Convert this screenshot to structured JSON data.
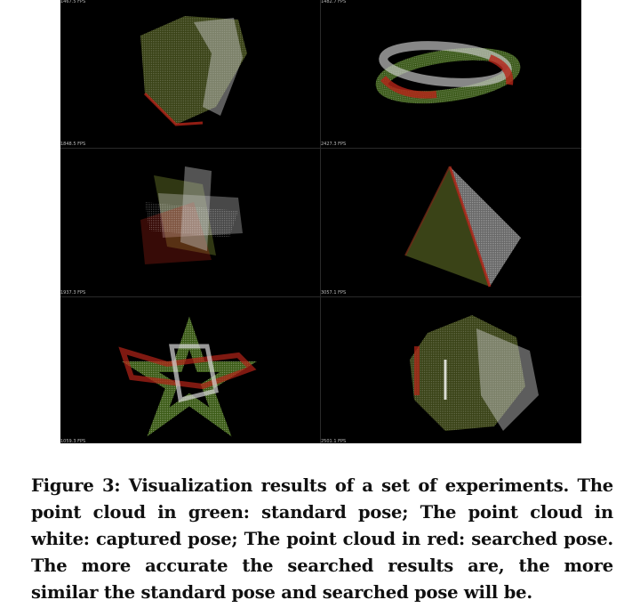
{
  "figure": {
    "panels": [
      {
        "fps": "1848.5 FPS",
        "top_fps": "1467.5 FPS"
      },
      {
        "fps": "2427.3 FPS",
        "top_fps": "1482.7 FPS"
      },
      {
        "fps": "1937.3 FPS"
      },
      {
        "fps": "3057.1 FPS"
      },
      {
        "fps": "1059.3 FPS"
      },
      {
        "fps": "2501.1 FPS"
      }
    ],
    "colors": {
      "standard": "#4f7a1e",
      "captured": "#d8d8d8",
      "searched": "#b52418",
      "background": "#000000"
    }
  },
  "caption": {
    "label": "Figure 3:",
    "text": "Visualization results of a set of experiments. The point cloud in green: standard pose; The point cloud in white: captured pose; The point cloud in red: searched pose. The more accurate the searched results are, the more similar the standard pose and searched pose will be."
  }
}
